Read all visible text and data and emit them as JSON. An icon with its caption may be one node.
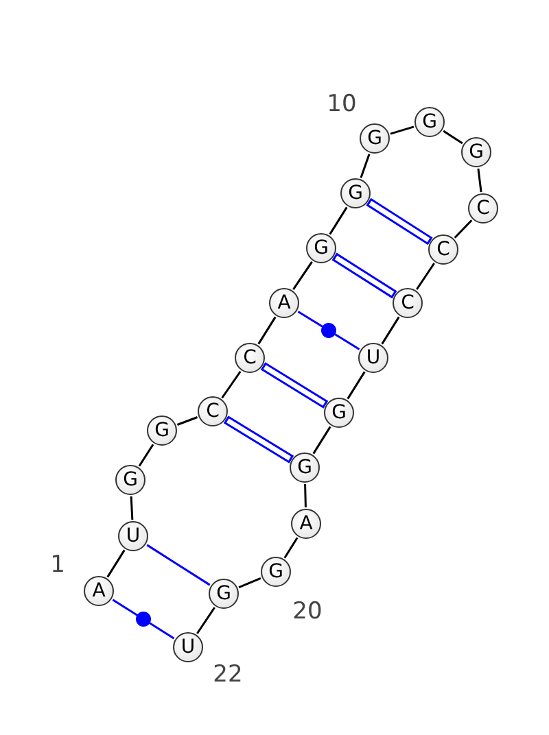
{
  "diagram": {
    "nodes": [
      {
        "text": [
          "A"
        ]
      },
      {
        "text": [
          "U"
        ]
      },
      {
        "text": [
          "G"
        ]
      },
      {
        "text": [
          "G"
        ]
      },
      {
        "text": [
          "C"
        ]
      },
      {
        "text": [
          "C"
        ]
      },
      {
        "text": [
          "A"
        ]
      },
      {
        "text": [
          "G"
        ]
      },
      {
        "text": [
          "G"
        ]
      },
      {
        "text": [
          "G"
        ]
      },
      {
        "text": [
          "G"
        ]
      },
      {
        "text": [
          "G"
        ]
      },
      {
        "text": [
          "C"
        ]
      },
      {
        "text": [
          "C"
        ]
      },
      {
        "text": [
          "C"
        ]
      },
      {
        "text": [
          "U"
        ]
      },
      {
        "text": [
          "G"
        ]
      },
      {
        "text": [
          "G"
        ]
      },
      {
        "text": [
          "A"
        ]
      },
      {
        "text": [
          "G"
        ]
      },
      {
        "text": [
          "G"
        ]
      },
      {
        "text": [
          "U"
        ]
      }
    ],
    "edges": [
      {
        "from": 0,
        "to": 1,
        "arrow": "none"
      },
      {
        "from": 1,
        "to": 2,
        "arrow": "none"
      },
      {
        "from": 2,
        "to": 3,
        "arrow": "none"
      },
      {
        "from": 3,
        "to": 4,
        "arrow": "none"
      },
      {
        "from": 4,
        "to": 5,
        "arrow": "none"
      },
      {
        "from": 5,
        "to": 6,
        "arrow": "none"
      },
      {
        "from": 6,
        "to": 7,
        "arrow": "none"
      },
      {
        "from": 7,
        "to": 8,
        "arrow": "none"
      },
      {
        "from": 8,
        "to": 9,
        "arrow": "none"
      },
      {
        "from": 9,
        "to": 10,
        "arrow": "none"
      },
      {
        "from": 10,
        "to": 11,
        "arrow": "none"
      },
      {
        "from": 11,
        "to": 12,
        "arrow": "none"
      },
      {
        "from": 12,
        "to": 13,
        "arrow": "none"
      },
      {
        "from": 13,
        "to": 14,
        "arrow": "none"
      },
      {
        "from": 14,
        "to": 15,
        "arrow": "none"
      },
      {
        "from": 15,
        "to": 16,
        "arrow": "none"
      },
      {
        "from": 16,
        "to": 17,
        "arrow": "none"
      },
      {
        "from": 17,
        "to": 18,
        "arrow": "none"
      },
      {
        "from": 18,
        "to": 19,
        "arrow": "none"
      },
      {
        "from": 19,
        "to": 20,
        "arrow": "none"
      },
      {
        "from": 20,
        "to": 21,
        "arrow": "none"
      },
      {
        "from": 0,
        "to": 21,
        "arrow": "none",
        "color": "#0000ff"
      },
      {
        "from": 1,
        "to": 20,
        "arrow": "none",
        "color": "#0000ff"
      },
      {
        "from": 4,
        "to": 17,
        "arrow": "none",
        "color": "#0000ff",
        "style": "thick"
      },
      {
        "from": 5,
        "to": 16,
        "arrow": "none",
        "color": "#0000ff",
        "style": "thick"
      },
      {
        "from": 6,
        "to": 15,
        "arrow": "none",
        "color": "#0000ff"
      },
      {
        "from": 7,
        "to": 14,
        "arrow": "none",
        "color": "#0000ff",
        "style": "thick"
      },
      {
        "from": 8,
        "to": 13,
        "arrow": "none",
        "color": "#0000ff",
        "style": "thick"
      }
    ],
    "labels": [
      "10",
      "1",
      "20",
      "22"
    ]
  }
}
